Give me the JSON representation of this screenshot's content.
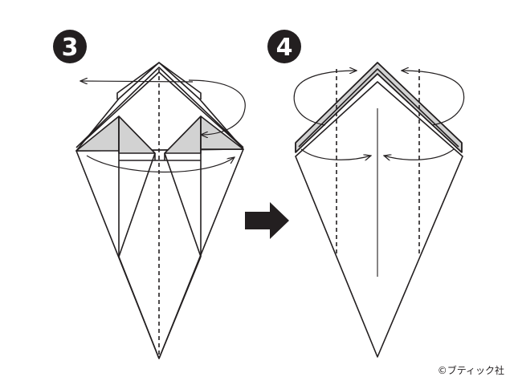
{
  "steps": [
    {
      "number": "3"
    },
    {
      "number": "4"
    }
  ],
  "credit": "©ブティック社",
  "colors": {
    "ink": "#231f20",
    "paper": "#ffffff",
    "flap_shade": "#d2d2d2"
  },
  "icons": {
    "next_step": "right-arrow-icon"
  }
}
